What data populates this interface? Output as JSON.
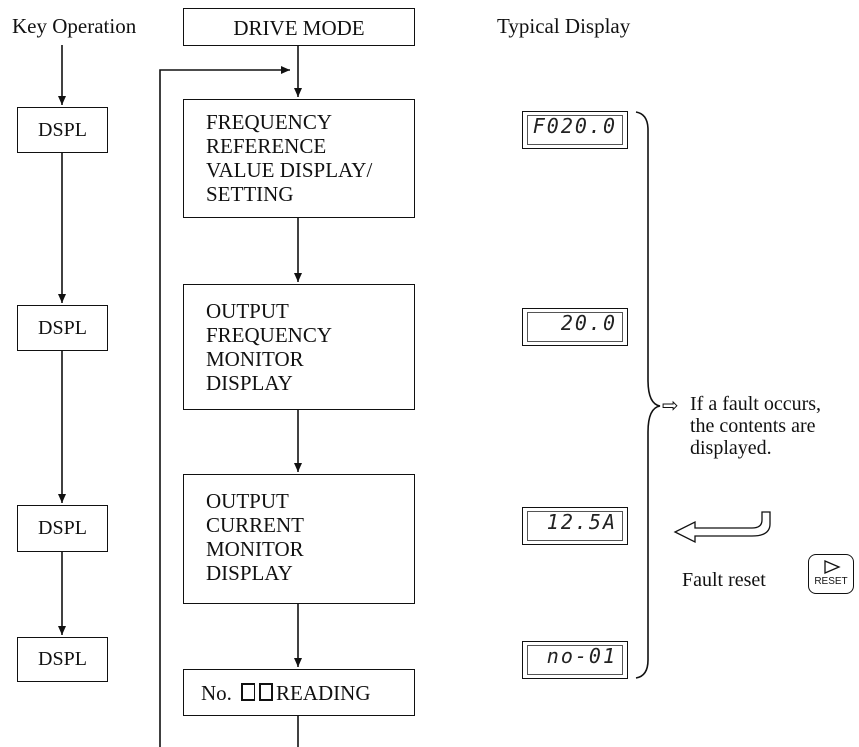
{
  "headers": {
    "key_operation": "Key Operation",
    "drive_mode": "DRIVE MODE",
    "typical_display": "Typical Display"
  },
  "steps": [
    {
      "key": "DSPL",
      "mode": "FREQUENCY\nREFERENCE\nVALUE DISPLAY/\nSETTING",
      "display": "F020.0"
    },
    {
      "key": "DSPL",
      "mode": "OUTPUT\nFREQUENCY\nMONITOR\nDISPLAY",
      "display": "20.0"
    },
    {
      "key": "DSPL",
      "mode": "OUTPUT\nCURRENT\nMONITOR\nDISPLAY",
      "display": "12.5A"
    },
    {
      "key": "DSPL",
      "display": "no-01"
    }
  ],
  "reading_box": {
    "prefix": "No.",
    "suffix": "READING"
  },
  "fault_note": "If a fault occurs,\nthe contents are\ndisplayed.",
  "fault_reset": {
    "label": "Fault reset",
    "key_label": "RESET"
  }
}
